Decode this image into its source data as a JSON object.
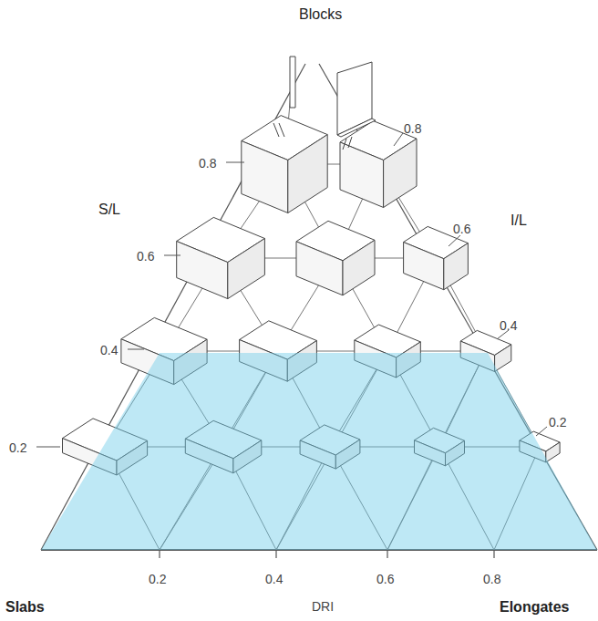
{
  "diagram": {
    "labels": [
      "Blocks",
      "0.8",
      "S/L",
      "0.8",
      "I/L",
      "0.6",
      "0.6",
      "0.4",
      "0.4",
      "0.2",
      "0.2",
      "0.2",
      "0.4",
      "0.6",
      "0.8",
      "Slabs",
      "DRI",
      "Elongates"
    ]
  }
}
